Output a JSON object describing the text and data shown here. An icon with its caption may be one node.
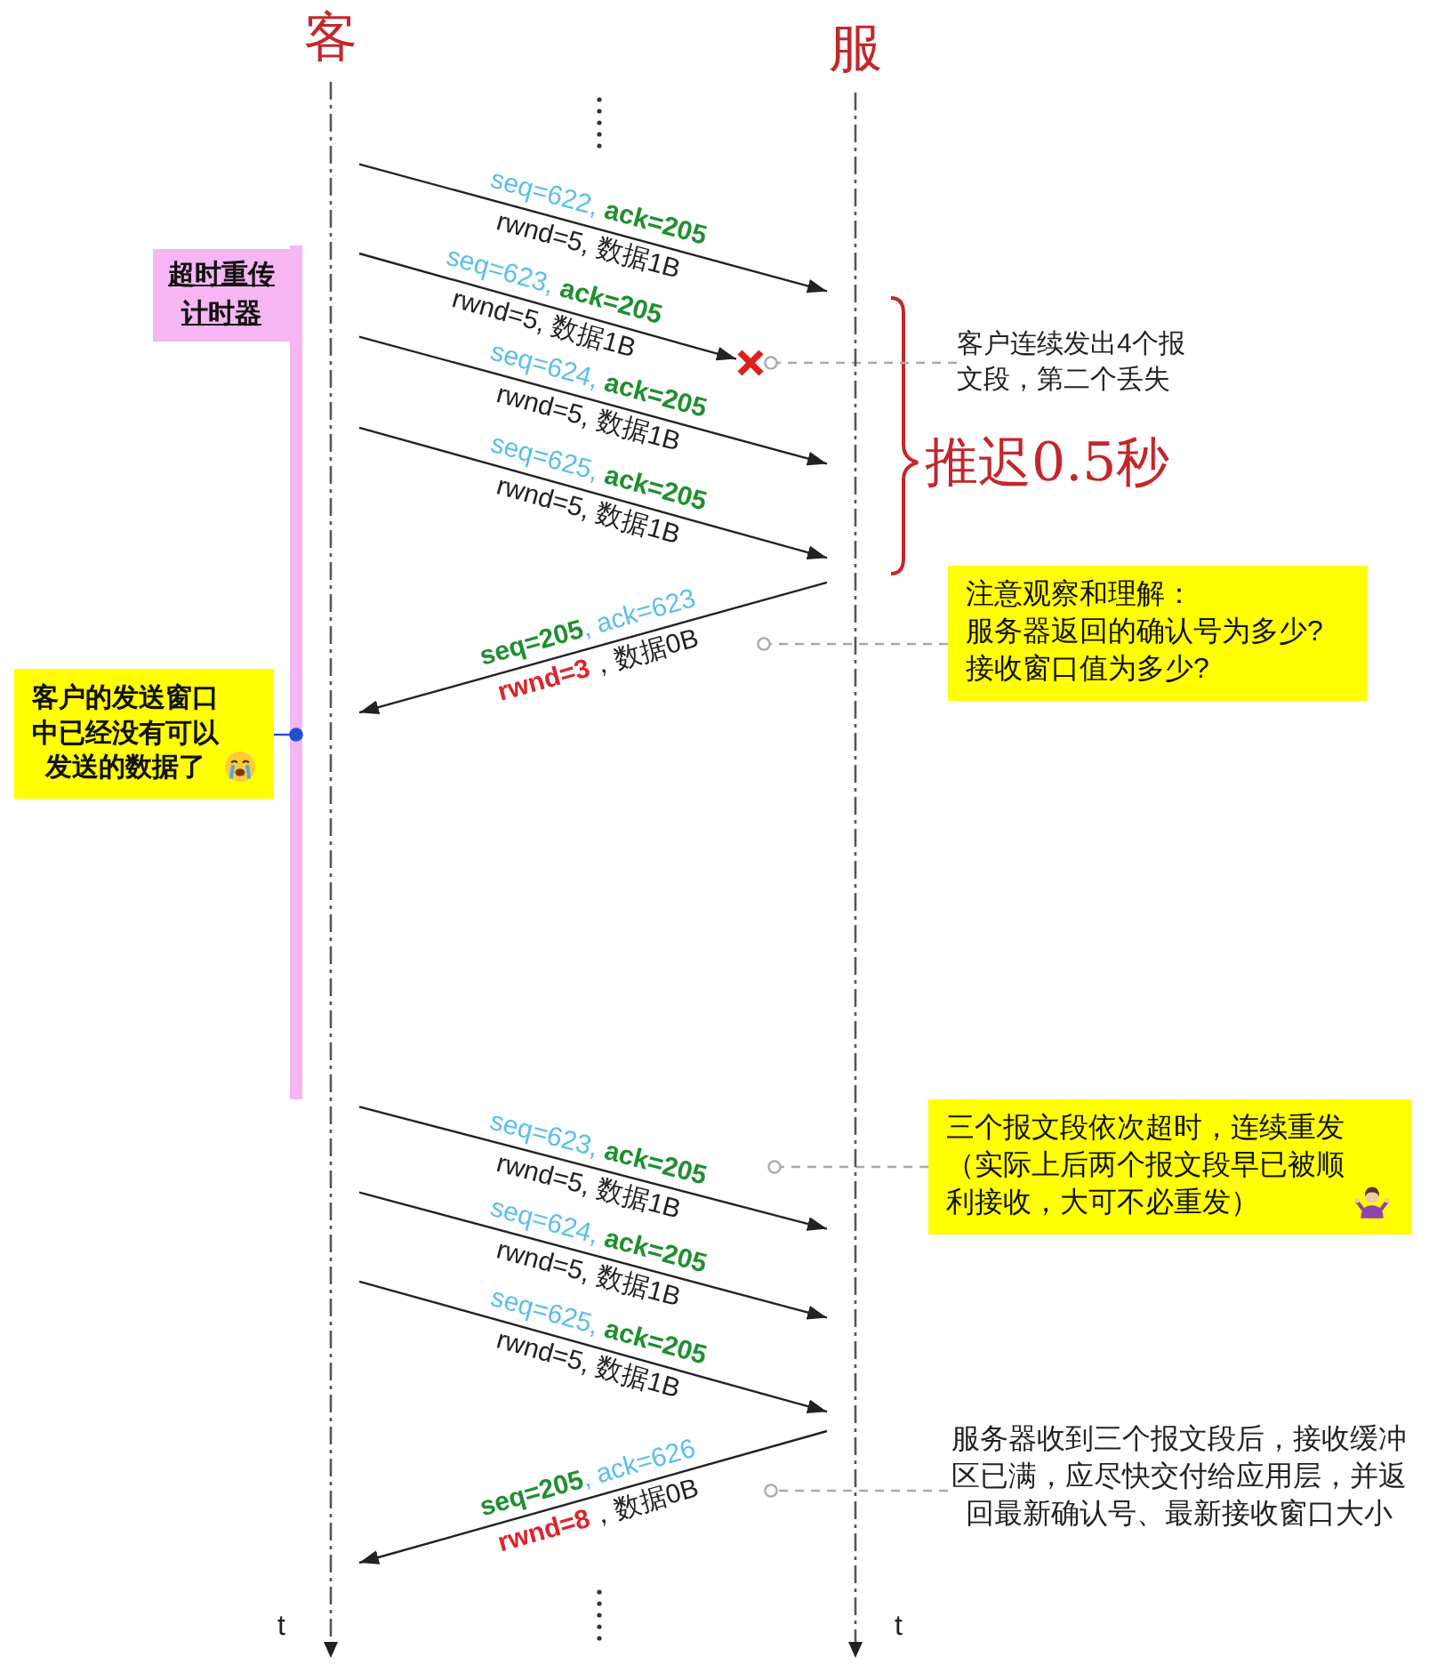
{
  "diagram": {
    "nodes": [
      {
        "text": [
          "客"
        ],
        "beside": [
          "t"
        ]
      },
      {
        "text": [
          "服"
        ],
        "beside": [
          "t"
        ]
      },
      {
        "text": [
          "超时重传计时器"
        ]
      },
      {
        "text": [],
        "shape": "cross"
      },
      {
        "text": [
          "客户连续发出4个报文段，第二个丢失"
        ]
      },
      {
        "text": [
          "注意观察和理解：",
          "服务器返回的确认号为多少?",
          "接收窗口值为多少?"
        ]
      },
      {
        "text": [
          "客户的发送窗口中已经没有可以发送的数据了"
        ]
      },
      {
        "text": [
          "三个报文段依次超时，连续重发（实际上后两个报文段早已被顺利接收，大可不必重发）"
        ]
      },
      {
        "text": [
          "服务器收到三个报文段后，接收缓冲区已满，应尽快交付给应用层，并返回最新确认号、最新接收窗口大小"
        ]
      }
    ],
    "edges": [
      {
        "from": 0,
        "to": 1,
        "arrow": "to",
        "label": "seq=622, **ack=205** rwnd=5, 数据1B"
      },
      {
        "from": 0,
        "to": 3,
        "arrow": "to",
        "label": "seq=623, **ack=205** rwnd=5, 数据1B"
      },
      {
        "from": 0,
        "to": 1,
        "arrow": "to",
        "label": "seq=624, **ack=205** rwnd=5, 数据1B"
      },
      {
        "from": 0,
        "to": 1,
        "arrow": "to",
        "label": "seq=625, **ack=205** rwnd=5, 数据1B"
      },
      {
        "from": 1,
        "to": 0,
        "arrow": "to",
        "label": "**seq=205**, ack=623 **rwnd=3**，数据0B"
      },
      {
        "from": 0,
        "to": 1,
        "arrow": "to",
        "label": "seq=623, **ack=205** rwnd=5, 数据1B"
      },
      {
        "from": 0,
        "to": 1,
        "arrow": "to",
        "label": "seq=624, **ack=205** rwnd=5, 数据1B"
      },
      {
        "from": 0,
        "to": 1,
        "arrow": "to",
        "label": "seq=625, **ack=205** rwnd=5, 数据1B"
      },
      {
        "from": 1,
        "to": 0,
        "arrow": "to",
        "label": "**seq=205**, ack=626 **rwnd=8**，数据0B"
      },
      {
        "from": 4,
        "to": 3,
        "arrow": "other",
        "style": "dashed",
        "color": "#aaaaaa"
      },
      {
        "from": 5,
        "to": null,
        "arrow": "other",
        "style": "dashed",
        "color": "#aaaaaa"
      },
      {
        "from": 6,
        "to": 0,
        "arrow": "other",
        "color": "#1f4fd8"
      },
      {
        "from": 7,
        "to": null,
        "arrow": "other",
        "style": "dashed",
        "color": "#aaaaaa"
      },
      {
        "from": 8,
        "to": null,
        "arrow": "other",
        "style": "dashed",
        "color": "#aaaaaa"
      }
    ],
    "labels": [
      "推迟0.5秒"
    ]
  }
}
